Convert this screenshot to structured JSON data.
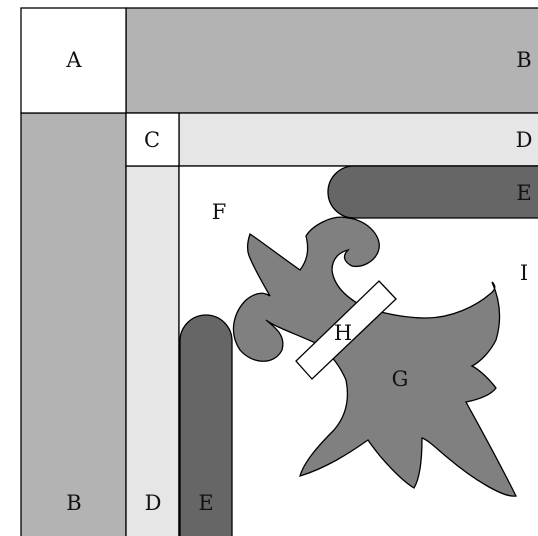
{
  "colors": {
    "background": "#ffffff",
    "region_a": "#ffffff",
    "region_b": "#b3b3b3",
    "region_c": "#ffffff",
    "region_d": "#e6e6e6",
    "region_e": "#666666",
    "ornament_g": "#808080",
    "band_h": "#ffffff",
    "stroke": "#000000"
  },
  "labels": {
    "a": "A",
    "b_top": "B",
    "b_left": "B",
    "c": "C",
    "d_top": "D",
    "d_left": "D",
    "e_top": "E",
    "e_left": "E",
    "f": "F",
    "g": "G",
    "h": "H",
    "i": "I"
  }
}
